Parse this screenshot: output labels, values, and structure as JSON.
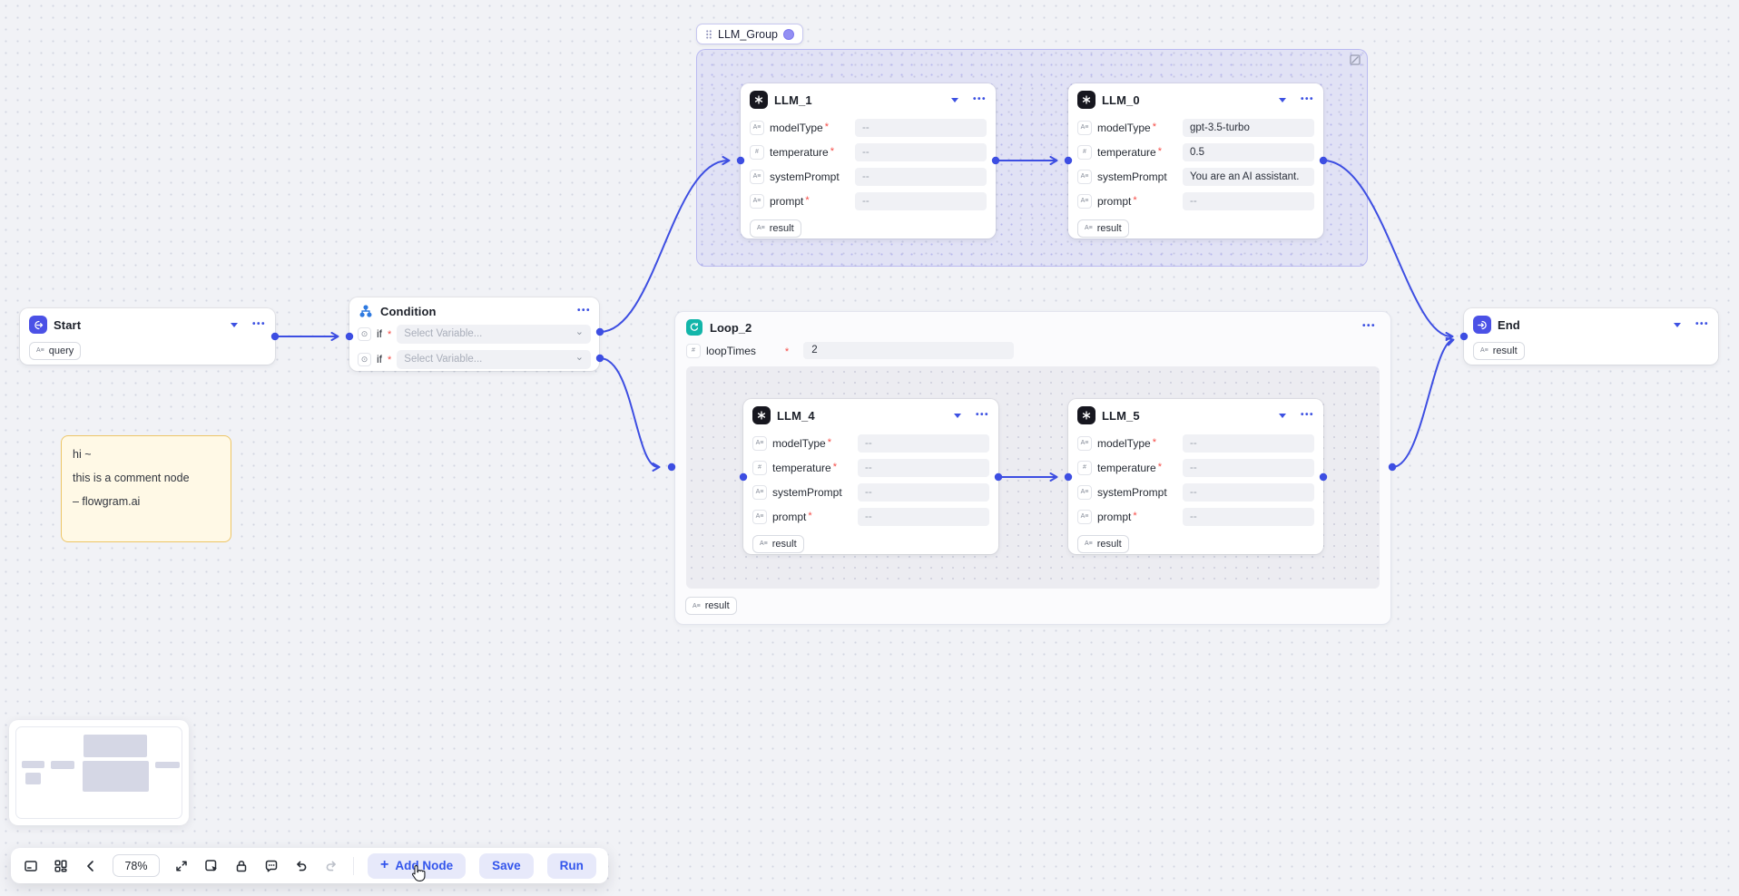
{
  "group": {
    "title": "LLM_Group"
  },
  "llm_nodes": {
    "llm_1": {
      "title": "LLM_1",
      "result_label": "result",
      "fields": [
        {
          "label": "modelType",
          "type": "string",
          "required": true,
          "value": "--"
        },
        {
          "label": "temperature",
          "type": "number",
          "required": true,
          "value": "--"
        },
        {
          "label": "systemPrompt",
          "type": "string",
          "required": false,
          "value": "--"
        },
        {
          "label": "prompt",
          "type": "string",
          "required": true,
          "value": "--"
        }
      ]
    },
    "llm_0": {
      "title": "LLM_0",
      "result_label": "result",
      "fields": [
        {
          "label": "modelType",
          "type": "string",
          "required": true,
          "value": "gpt-3.5-turbo"
        },
        {
          "label": "temperature",
          "type": "number",
          "required": true,
          "value": "0.5"
        },
        {
          "label": "systemPrompt",
          "type": "string",
          "required": false,
          "value": "You are an AI assistant."
        },
        {
          "label": "prompt",
          "type": "string",
          "required": true,
          "value": "--"
        }
      ]
    },
    "llm_4": {
      "title": "LLM_4",
      "result_label": "result",
      "fields": [
        {
          "label": "modelType",
          "type": "string",
          "required": true,
          "value": "--"
        },
        {
          "label": "temperature",
          "type": "number",
          "required": true,
          "value": "--"
        },
        {
          "label": "systemPrompt",
          "type": "string",
          "required": false,
          "value": "--"
        },
        {
          "label": "prompt",
          "type": "string",
          "required": true,
          "value": "--"
        }
      ]
    },
    "llm_5": {
      "title": "LLM_5",
      "result_label": "result",
      "fields": [
        {
          "label": "modelType",
          "type": "string",
          "required": true,
          "value": "--"
        },
        {
          "label": "temperature",
          "type": "number",
          "required": true,
          "value": "--"
        },
        {
          "label": "systemPrompt",
          "type": "string",
          "required": false,
          "value": "--"
        },
        {
          "label": "prompt",
          "type": "string",
          "required": true,
          "value": "--"
        }
      ]
    }
  },
  "start": {
    "title": "Start",
    "output_tag": "query"
  },
  "condition": {
    "title": "Condition",
    "rows": [
      {
        "label": "if",
        "placeholder": "Select Variable..."
      },
      {
        "label": "if",
        "placeholder": "Select Variable..."
      }
    ]
  },
  "loop": {
    "title": "Loop_2",
    "param_label": "loopTimes",
    "param_value": "2",
    "result_label": "result"
  },
  "end": {
    "title": "End",
    "output_tag": "result"
  },
  "comment": {
    "lines": [
      "hi ~",
      "this is a comment node",
      "– flowgram.ai"
    ]
  },
  "toolbar": {
    "zoom": "78%",
    "add_node_label": "Add Node",
    "save_label": "Save",
    "run_label": "Run"
  },
  "icons": {
    "string_type": "A≡",
    "number_type": "#",
    "condition_row": "⊙",
    "select_chevron": "⌄",
    "menu_dots": "•••",
    "required_star": "*",
    "plus": "+"
  },
  "colors": {
    "accent_blue": "#3355ec",
    "edge_blue": "#3d4ee2",
    "group_purple": "#6863eb",
    "loop_teal": "#12b5a9",
    "comment_bg": "#fff9e6",
    "comment_border": "#edc566",
    "required_red": "#f54a45",
    "node_icon_dark": "#17171f",
    "node_icon_indigo": "#4b51e6"
  }
}
